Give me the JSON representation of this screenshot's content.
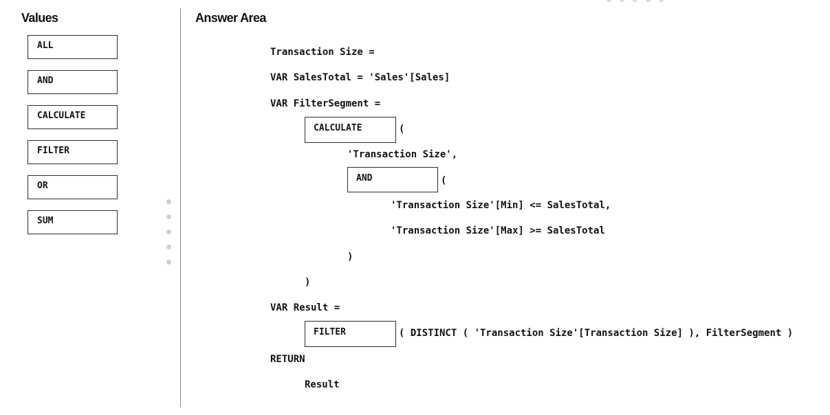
{
  "values_panel": {
    "heading": "Values",
    "items": [
      "ALL",
      "AND",
      "CALCULATE",
      "FILTER",
      "OR",
      "SUM"
    ]
  },
  "answer_area": {
    "heading": "Answer Area",
    "lines": {
      "measure_decl": "Transaction Size =",
      "var_salestotal": "VAR SalesTotal = 'Sales'[Sales]",
      "var_filtersegment": "VAR FilterSegment =",
      "open_paren_1": "(",
      "table_arg": "'Transaction Size',",
      "open_paren_2": "(",
      "cond_min": "'Transaction Size'[Min] <= SalesTotal,",
      "cond_max": "'Transaction Size'[Max] >= SalesTotal",
      "close_paren_inner": ")",
      "close_paren_outer": ")",
      "var_result": "VAR Result =",
      "filter_args": "( DISTINCT ( 'Transaction Size'[Transaction Size] ), FilterSegment )",
      "return_kw": "RETURN",
      "result_ref": "Result"
    },
    "slots": {
      "slot1": "CALCULATE",
      "slot2": "AND",
      "slot3": "FILTER"
    }
  }
}
